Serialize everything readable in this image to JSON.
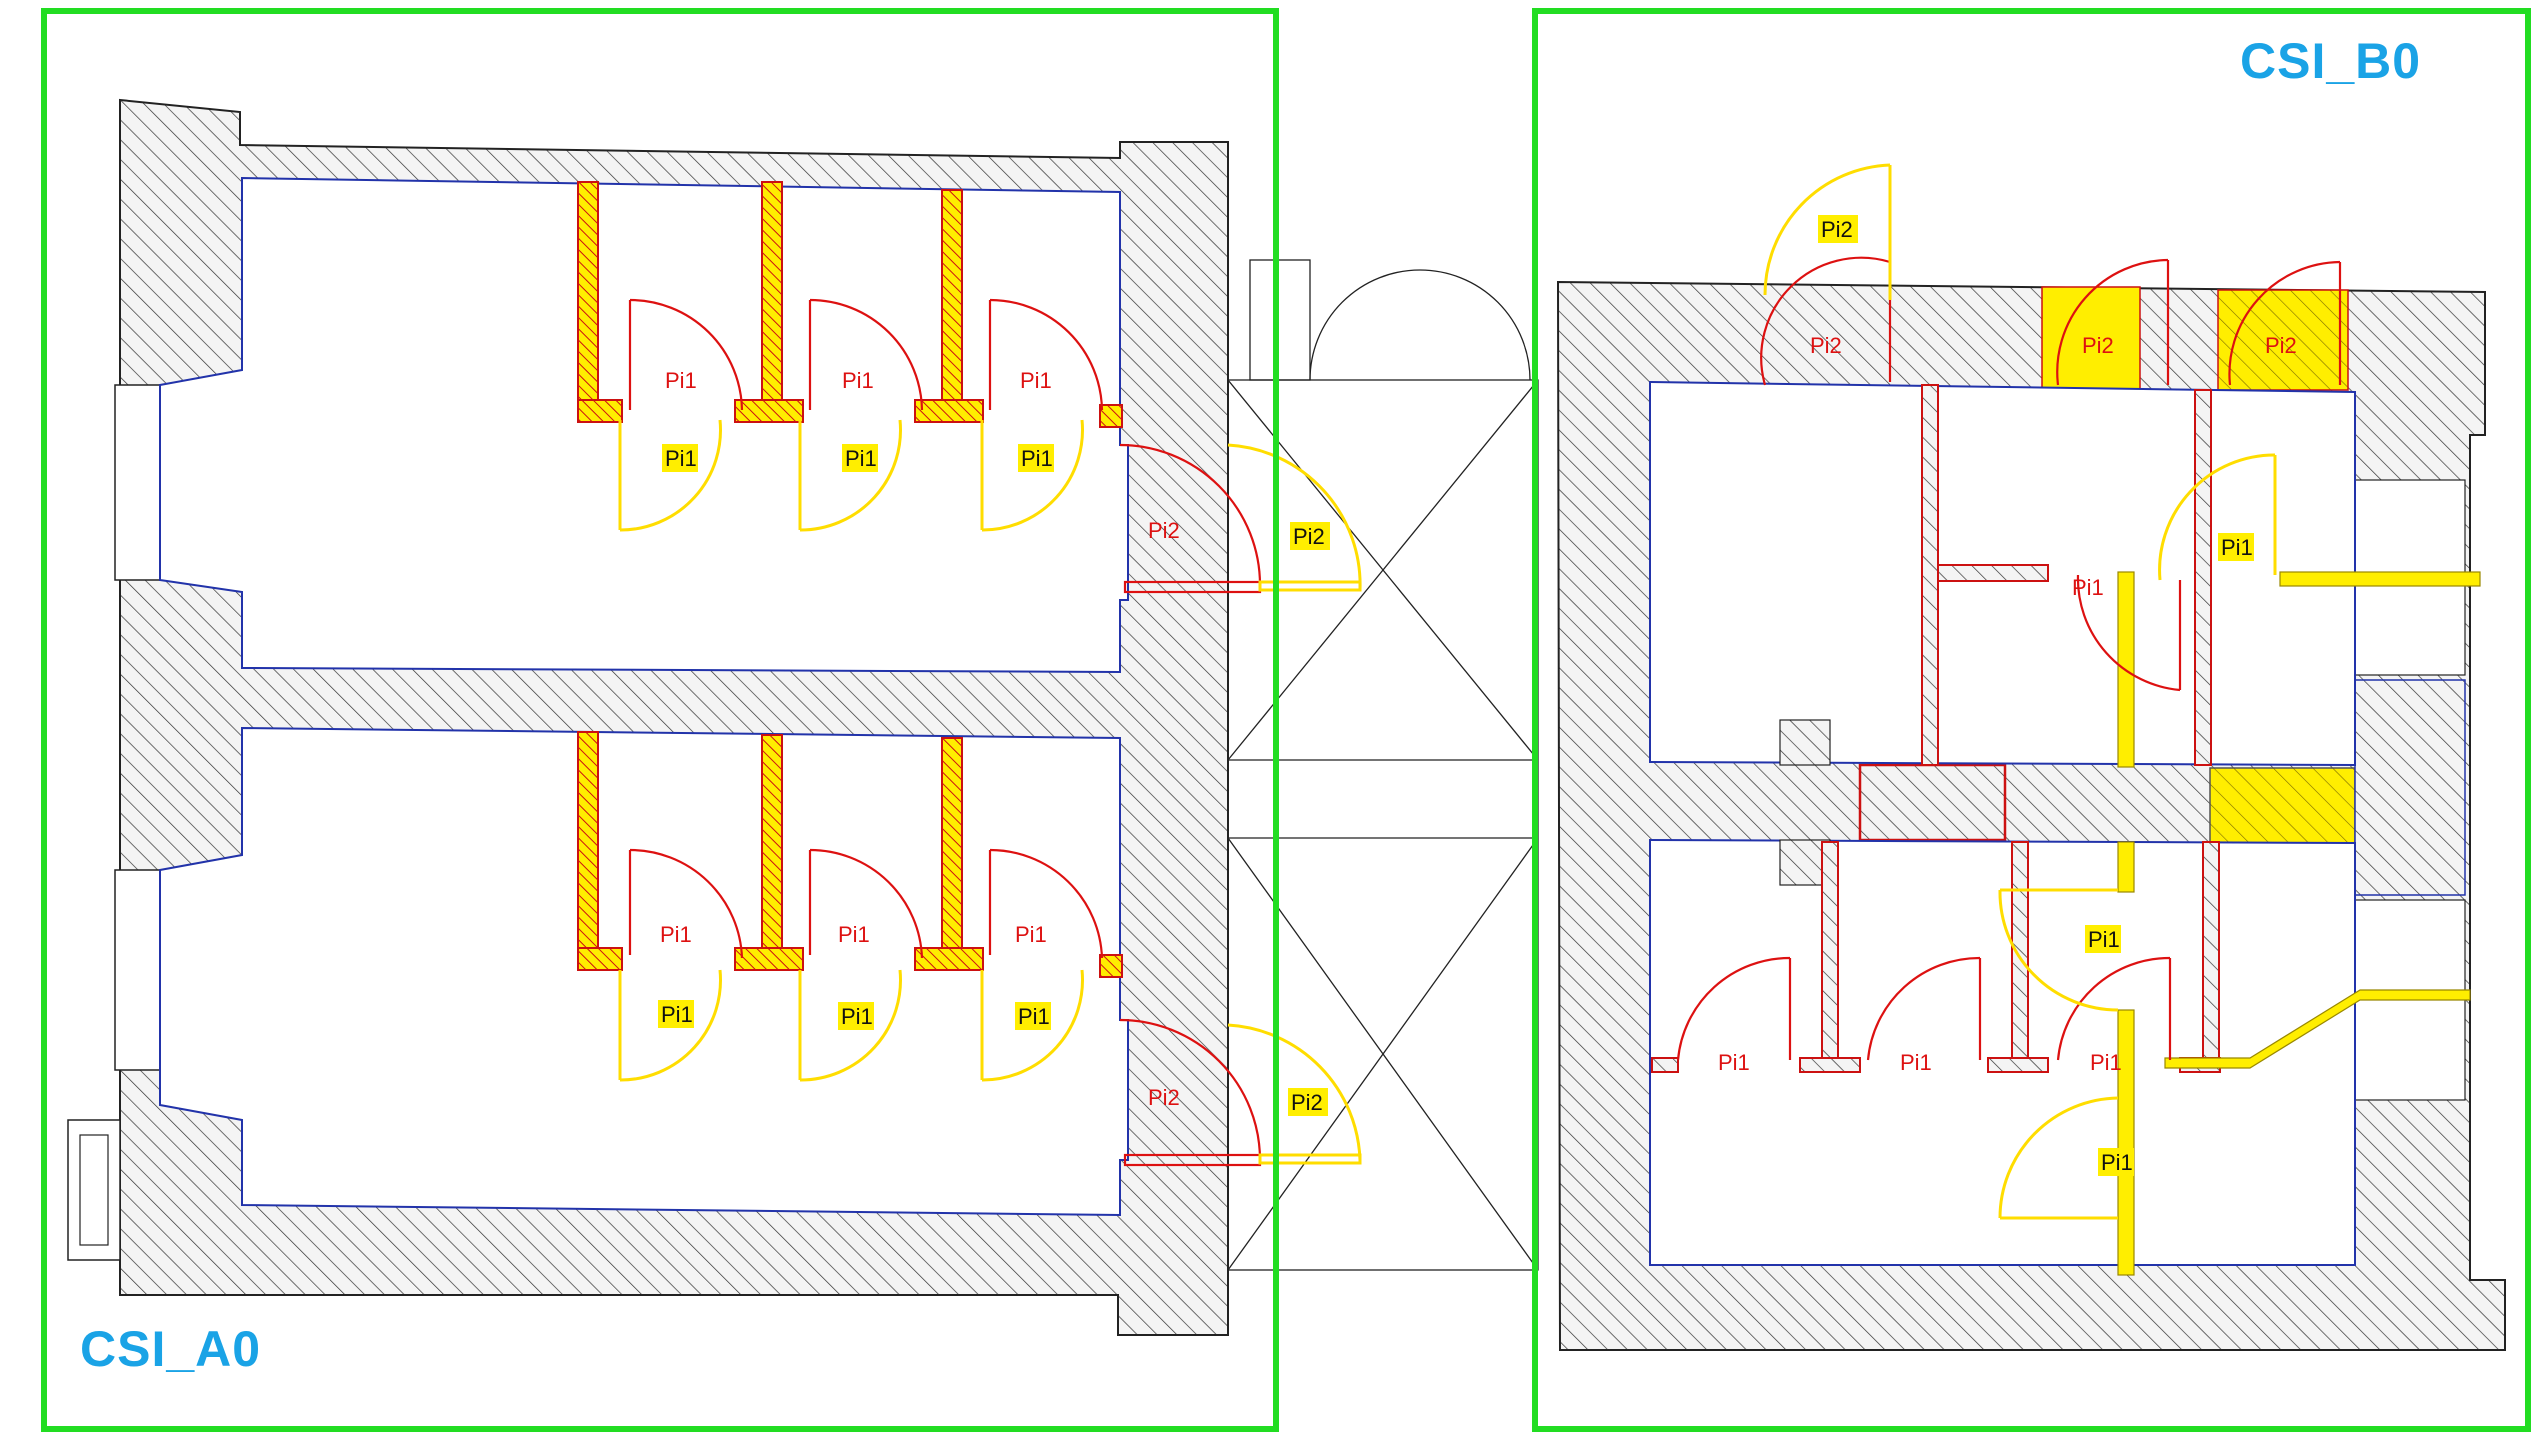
{
  "zones": {
    "a": {
      "title": "CSI_A0"
    },
    "b": {
      "title": "CSI_B0"
    }
  },
  "labels": {
    "pi1": "Pi1",
    "pi2": "Pi2"
  },
  "colors": {
    "zone_border": "#22dd22",
    "title": "#1aa3e6",
    "wall_new": "#dd1111",
    "fire_fill": "#ffee00",
    "room_outline": "#2233aa",
    "hatch": "#333333"
  }
}
